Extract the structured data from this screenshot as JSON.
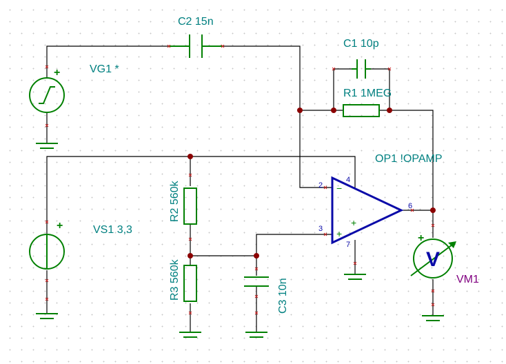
{
  "components": {
    "c2": {
      "name": "C2",
      "value": "15n"
    },
    "c1": {
      "name": "C1",
      "value": "10p"
    },
    "r1": {
      "name": "R1",
      "value": "1MEG"
    },
    "vg1": {
      "name": "VG1",
      "value": "*"
    },
    "op1": {
      "name": "OP1",
      "value": "!OPAMP"
    },
    "r2": {
      "name": "R2",
      "value": "560k"
    },
    "r3": {
      "name": "R3",
      "value": "560k"
    },
    "c3": {
      "name": "C3",
      "value": "10n"
    },
    "vs1": {
      "name": "VS1",
      "value": "3,3"
    },
    "vm1": {
      "name": "VM1",
      "symbol": "V"
    }
  },
  "labels": {
    "c2": "C2 15n",
    "c1": "C1 10p",
    "r1": "R1 1MEG",
    "vg1": "VG1 *",
    "op1": "OP1 !OPAMP",
    "r2": "R2 560k",
    "r3": "R3 560k",
    "c3": "C3 10n",
    "vs1": "VS1 3,3",
    "vm1": "VM1",
    "vm1_symbol": "V"
  },
  "pins": {
    "inv": "2",
    "noninv": "3",
    "out": "6",
    "vplus": "4",
    "vminus": "7"
  },
  "polarity": {
    "plus": "+",
    "minus": "−"
  },
  "colors": {
    "wire": "#000000",
    "component": "#008000",
    "label": "#008080",
    "opamp": "#0a0aa8",
    "meter_label": "#800080",
    "junction": "#8b0000"
  }
}
